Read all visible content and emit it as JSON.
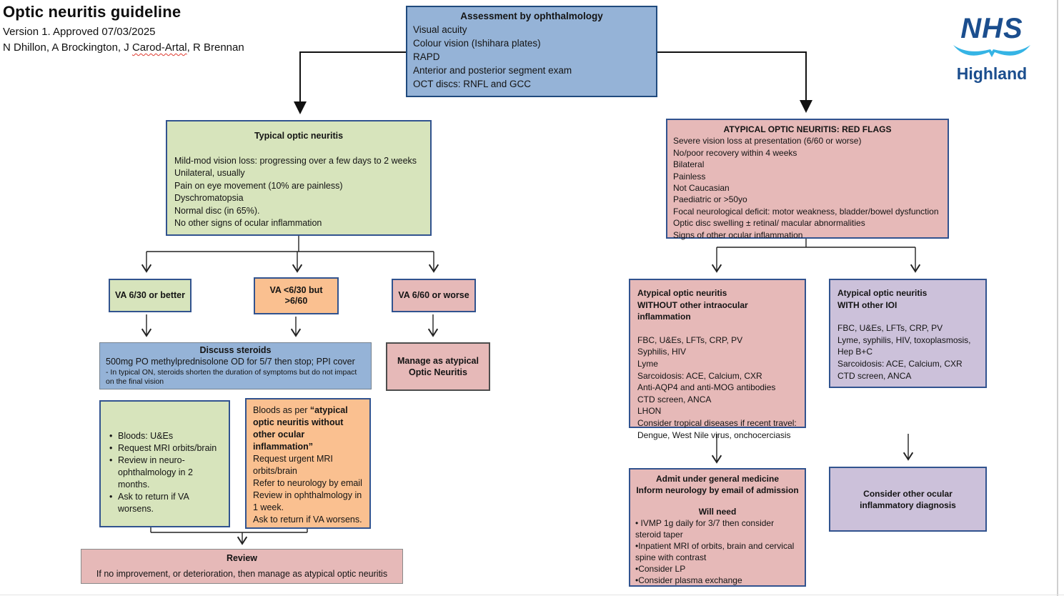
{
  "page": {
    "title": "Optic neuritis guideline",
    "version": "Version 1. Approved 07/03/2025",
    "authors_pre": "N Dhillon, A Brockington, J ",
    "authors_flagged": "Carod-Artal",
    "authors_post": ", R Brennan"
  },
  "logo": {
    "org": "NHS",
    "region": "Highland"
  },
  "colors": {
    "accent": "#31538f",
    "blue": "#95b3d7",
    "green": "#d7e4bc",
    "pink": "#e6b9b8",
    "orange": "#fac090",
    "lavender": "#ccc1da",
    "nhsblue": "#1b4e8e",
    "swoosh": "#35b4e5"
  },
  "boxes": {
    "assessment": {
      "title": "Assessment by ophthalmology",
      "lines": [
        "Visual acuity",
        "Colour vision (Ishihara plates)",
        "RAPD",
        "Anterior and posterior segment exam",
        "OCT discs: RNFL and GCC"
      ]
    },
    "typical": {
      "title": "Typical optic neuritis",
      "lines": [
        "Mild-mod vision loss: progressing over a few days to 2 weeks",
        "Unilateral, usually",
        "Pain on eye movement (10% are painless)",
        "Dyschromatopsia",
        "Normal disc (in 65%).",
        "No other signs of ocular inflammation"
      ]
    },
    "red_flags": {
      "title": "ATYPICAL OPTIC NEURITIS: RED FLAGS",
      "lines": [
        "Severe vision loss at presentation (6/60 or worse)",
        "No/poor recovery within 4 weeks",
        "Bilateral",
        "Painless",
        "Not Caucasian",
        "Paediatric or >50yo",
        "Focal neurological deficit: motor weakness, bladder/bowel dysfunction",
        "Optic disc swelling ± retinal/ macular abnormalities",
        "Signs of other ocular inflammation"
      ]
    },
    "va_better": {
      "label": "VA 6/30 or better"
    },
    "va_mid": {
      "line1": "VA <6/30 but",
      "line2": ">6/60"
    },
    "va_worse": {
      "label": "VA 6/60 or worse"
    },
    "discuss_steroids": {
      "title": "Discuss steroids",
      "dose": "500mg PO methylprednisolone OD for 5/7 then stop; PPI cover",
      "note": "- In typical ON, steroids shorten the duration of symptoms but do not impact on the final vision"
    },
    "manage_atypical": {
      "line1": "Manage as atypical",
      "line2": "Optic Neuritis"
    },
    "green_plan": {
      "bullets": [
        "Bloods: U&Es",
        "Request MRI orbits/brain",
        "Review in neuro-ophthalmology in 2 months.",
        "Ask to return if VA worsens."
      ]
    },
    "orange_plan": {
      "lead": "Bloods as per ",
      "quote": "“atypical optic neuritis without other ocular inflammation”",
      "lines": [
        "Request urgent MRI orbits/brain",
        "Refer to neurology by email",
        "Review in ophthalmology in 1 week.",
        "Ask to return if VA worsens."
      ]
    },
    "review": {
      "title": "Review",
      "body": "If no improvement, or deterioration, then manage as atypical optic neuritis"
    },
    "without_ioi": {
      "title1": "Atypical optic neuritis",
      "title2": "WITHOUT other intraocular inflammation",
      "lines": [
        "FBC, U&Es, LFTs, CRP, PV",
        "Syphilis, HIV",
        "Lyme",
        "Sarcoidosis: ACE, Calcium, CXR",
        "Anti-AQP4 and anti-MOG antibodies",
        "CTD screen, ANCA",
        "LHON",
        "Consider tropical diseases if recent travel:",
        "Dengue, West Nile virus, onchocerciasis"
      ]
    },
    "with_ioi": {
      "title1": "Atypical optic neuritis",
      "title2": "WITH other IOI",
      "lines": [
        "FBC, U&Es, LFTs, CRP, PV",
        "Lyme, syphilis, HIV, toxoplasmosis,",
        "Hep B+C",
        "Sarcoidosis: ACE, Calcium, CXR",
        "CTD screen, ANCA"
      ]
    },
    "admit": {
      "title1": "Admit under general medicine",
      "title2": "Inform neurology by email of admission",
      "subtitle": "Will need",
      "lines": [
        "• IVMP 1g daily for 3/7 then consider steroid taper",
        "•Inpatient MRI of orbits, brain and cervical spine with contrast",
        "•Consider LP",
        "•Consider plasma exchange"
      ]
    },
    "consider_other": {
      "label": "Consider other ocular inflammatory diagnosis"
    }
  }
}
